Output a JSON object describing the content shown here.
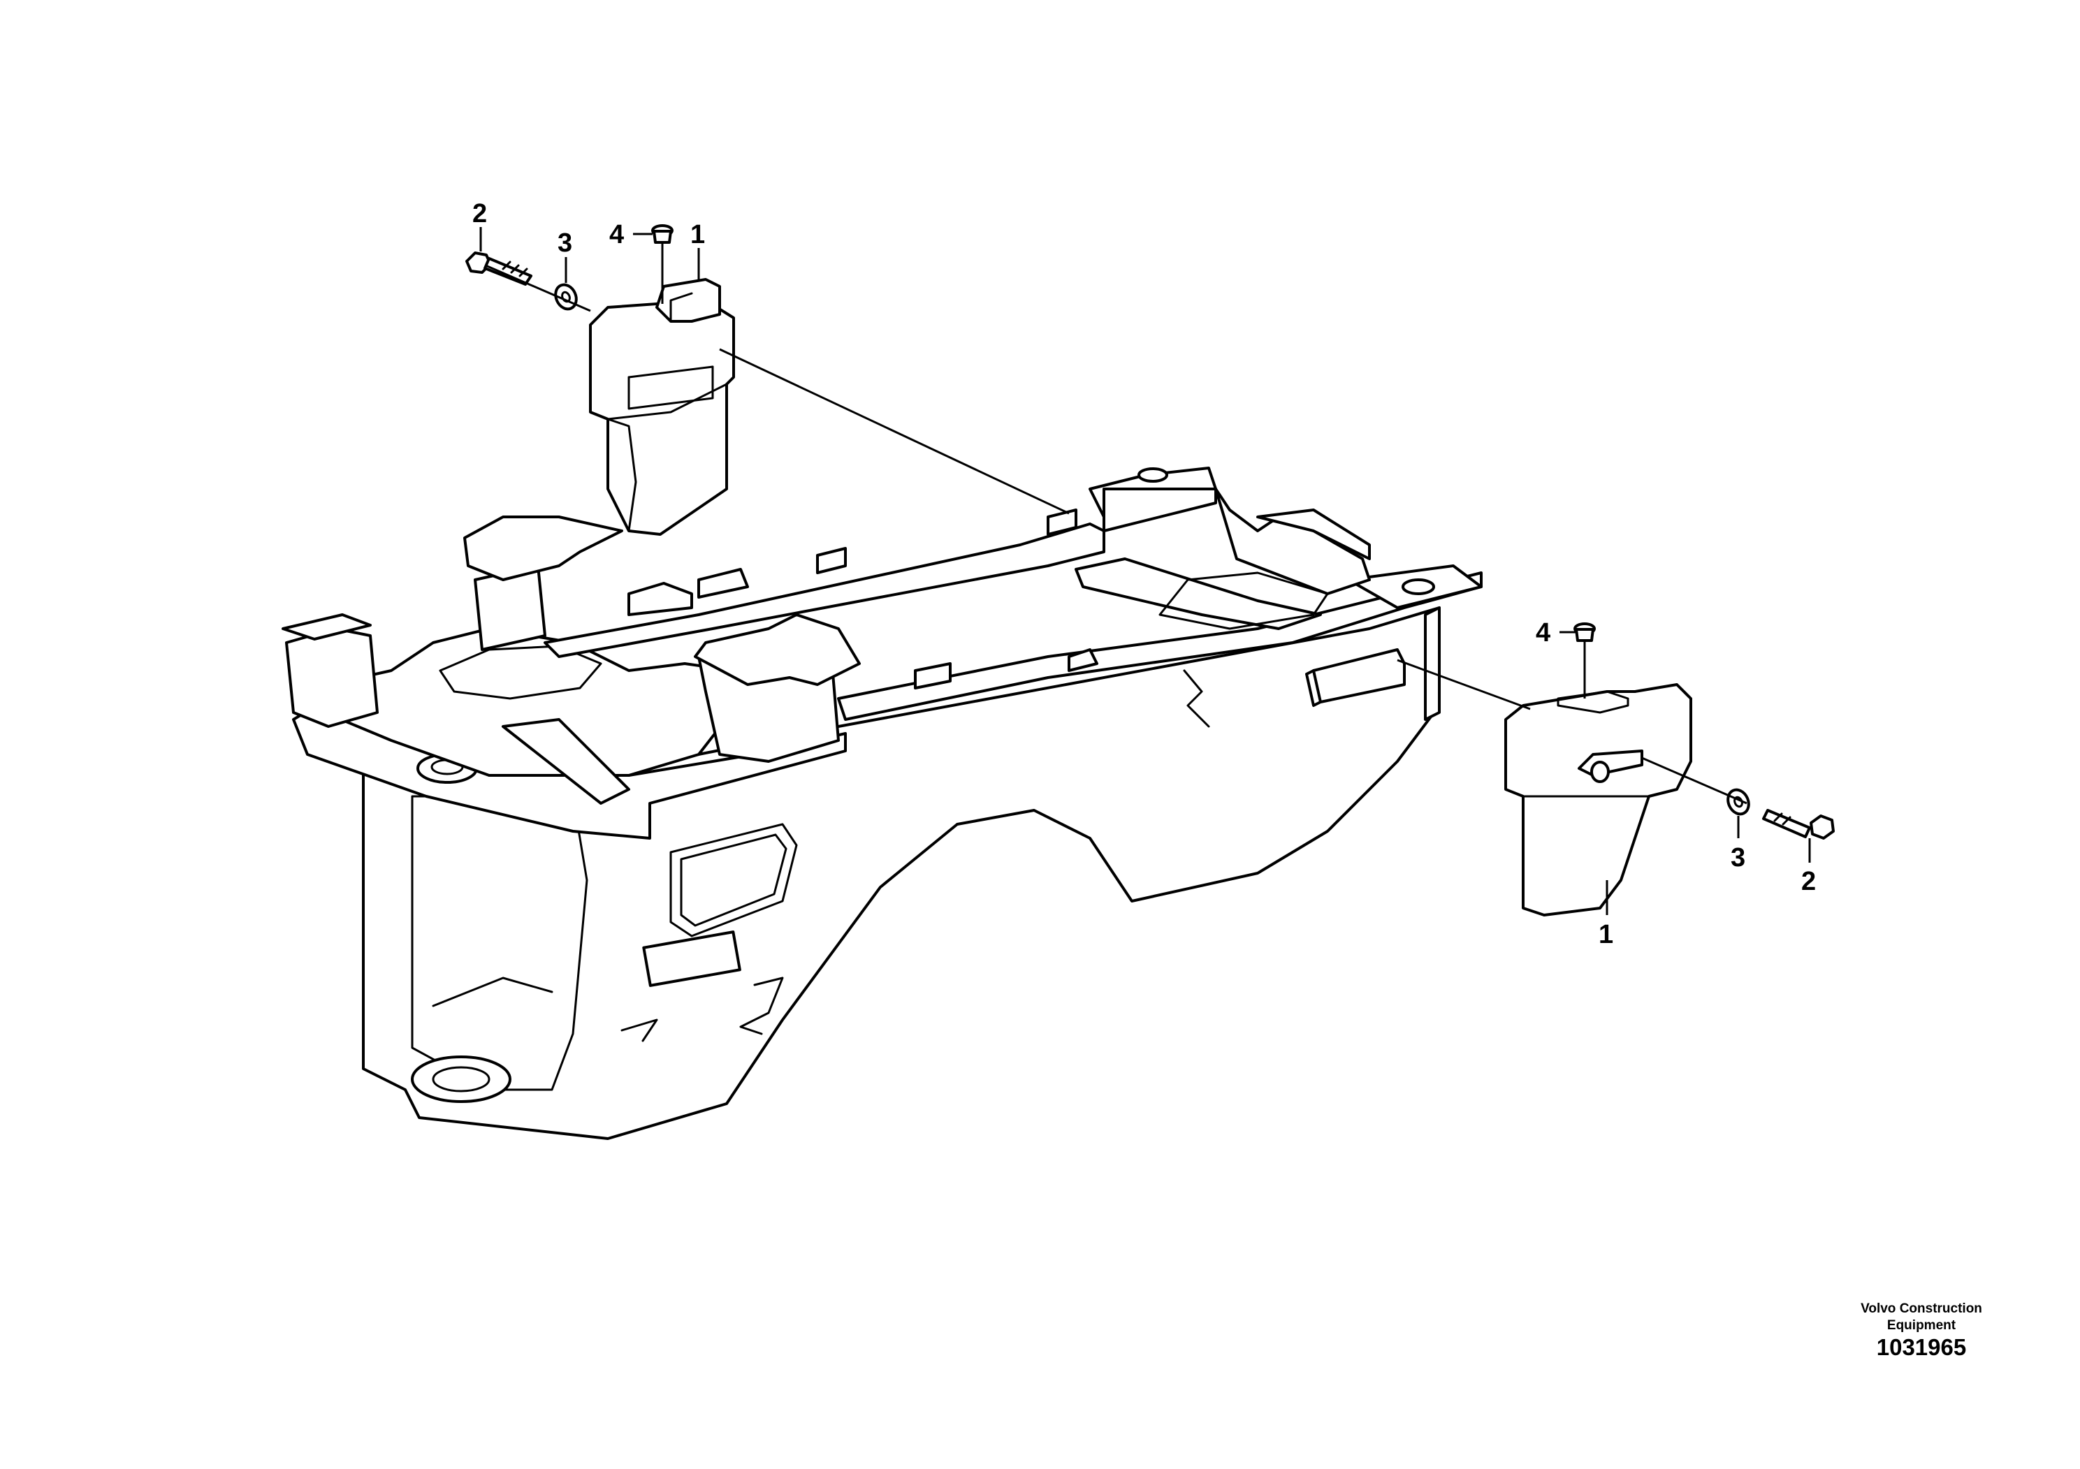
{
  "diagram": {
    "callouts": {
      "left_1": "1",
      "left_2": "2",
      "left_3": "3",
      "left_4": "4",
      "right_1": "1",
      "right_2": "2",
      "right_3": "3",
      "right_4": "4"
    }
  },
  "footer": {
    "publisher_line1": "Volvo Construction",
    "publisher_line2": "Equipment",
    "document_number": "1031965"
  }
}
